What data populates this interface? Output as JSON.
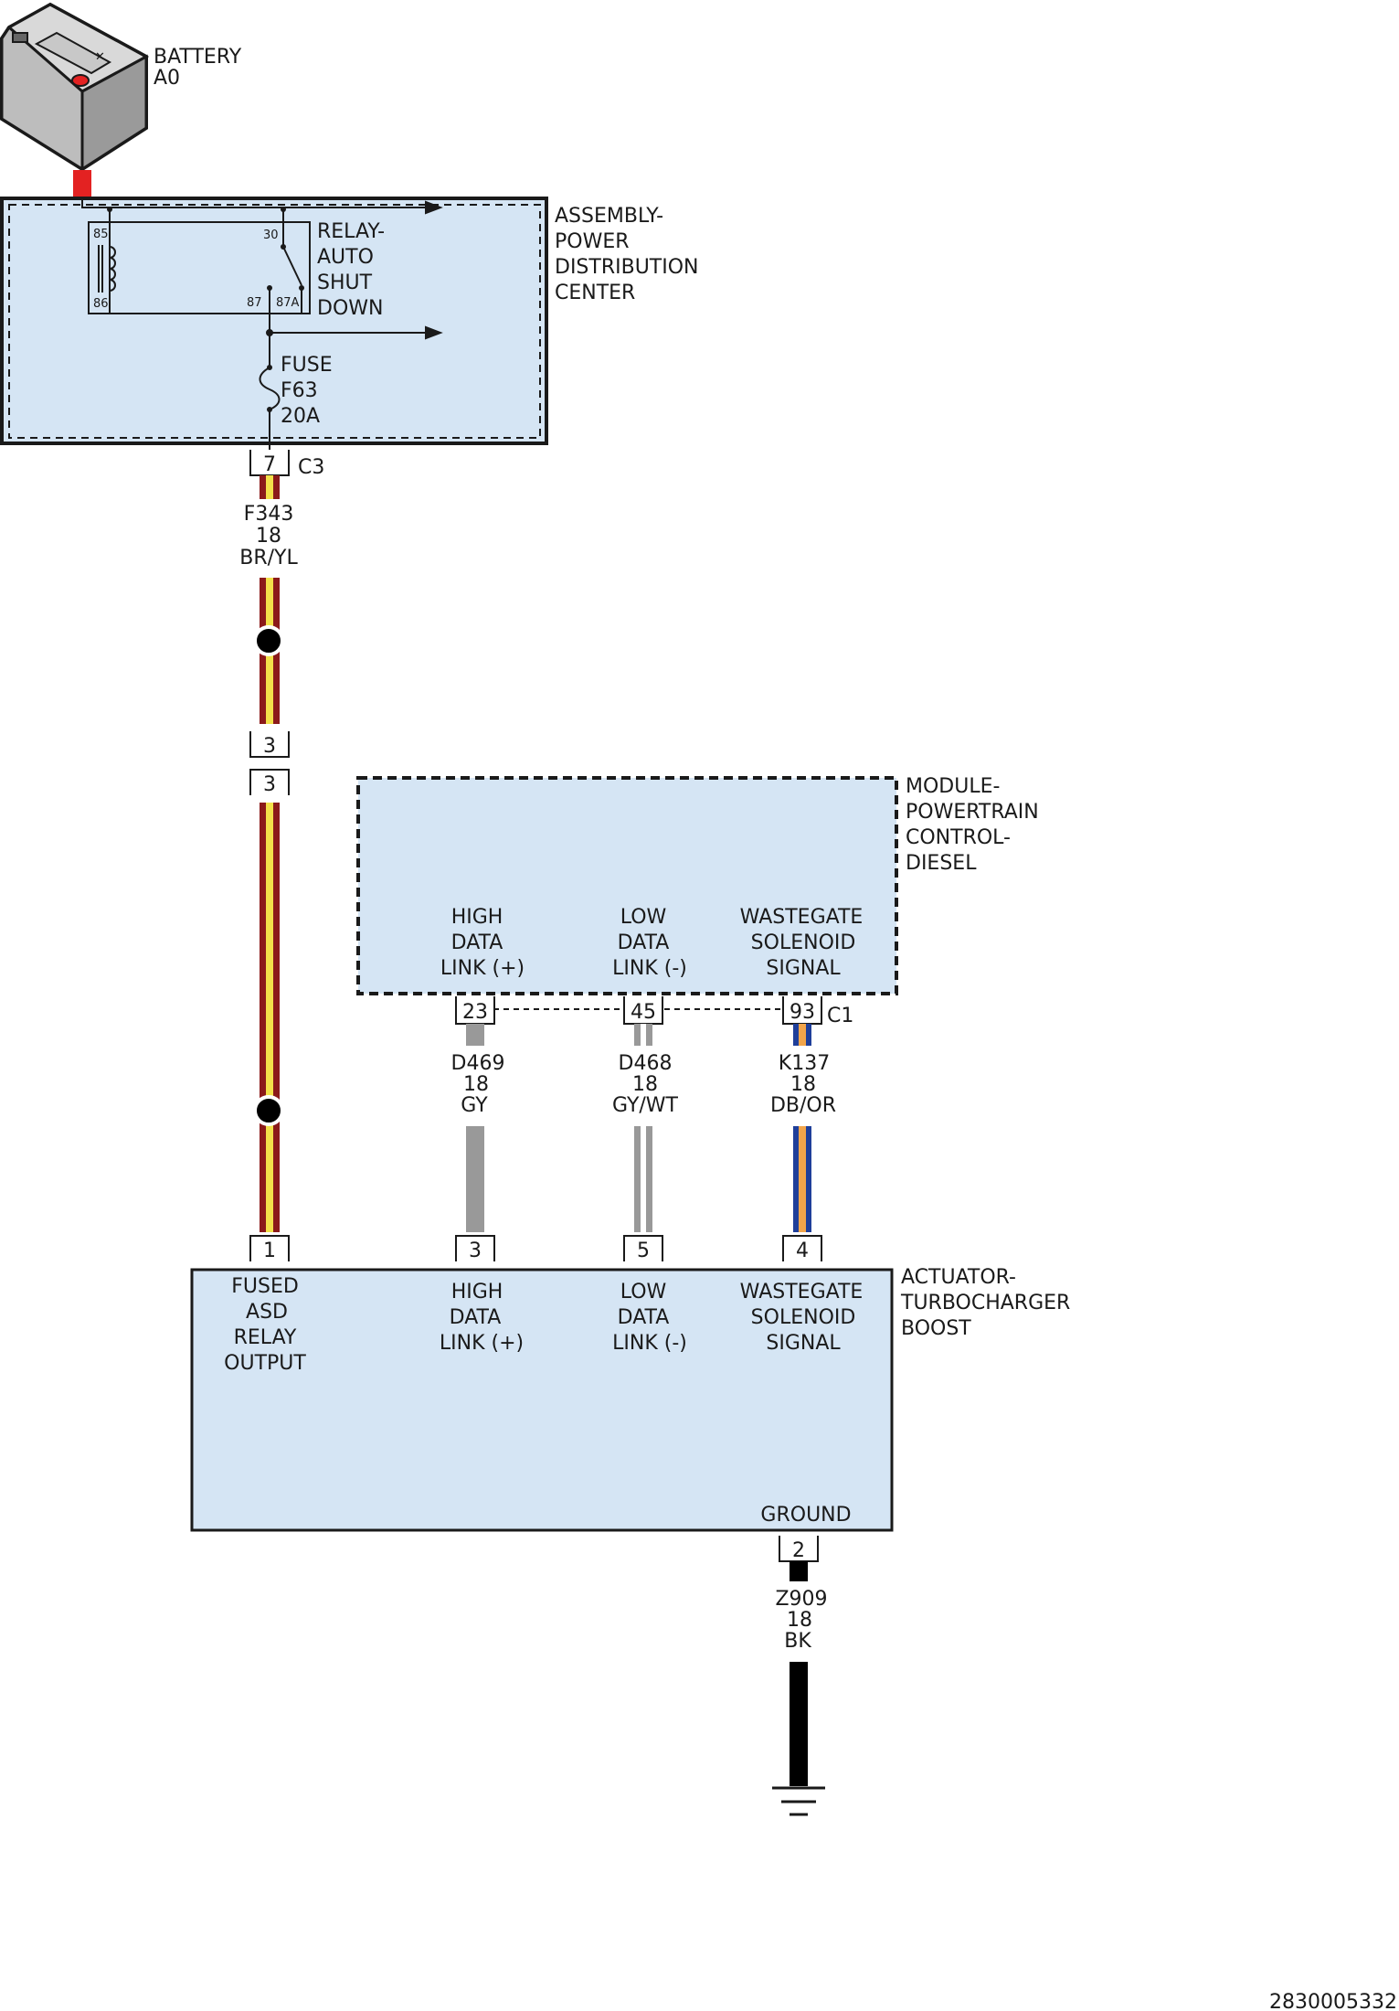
{
  "battery": {
    "name": "BATTERY",
    "id": "A0"
  },
  "pdc": {
    "name": [
      "ASSEMBLY-",
      "POWER",
      "DISTRIBUTION",
      "CENTER"
    ],
    "relay": {
      "name": [
        "RELAY-",
        "AUTO",
        "SHUT",
        "DOWN"
      ],
      "terminals": {
        "t85": "85",
        "t86": "86",
        "t30": "30",
        "t87": "87",
        "t87a": "87A"
      }
    },
    "fuse": [
      "FUSE",
      "F63",
      "20A"
    ],
    "connector": {
      "pin": "7",
      "name": "C3"
    }
  },
  "wire_f343": [
    "F343",
    "18",
    "BR/YL"
  ],
  "inline_connector": {
    "pin_top": "3",
    "pin_bottom": "3"
  },
  "pcm": {
    "name": [
      "MODULE-",
      "POWERTRAIN",
      "CONTROL-",
      "DIESEL"
    ],
    "connector_name": "C1",
    "pins": [
      {
        "pin": "23",
        "function": [
          "HIGH",
          "DATA",
          "LINK (+)"
        ]
      },
      {
        "pin": "45",
        "function": [
          "LOW",
          "DATA",
          "LINK (-)"
        ]
      },
      {
        "pin": "93",
        "function": [
          "WASTEGATE",
          "SOLENOID",
          "SIGNAL"
        ]
      }
    ]
  },
  "wires": [
    {
      "circuit": "D469",
      "gauge": "18",
      "color": "GY"
    },
    {
      "circuit": "D468",
      "gauge": "18",
      "color": "GY/WT"
    },
    {
      "circuit": "K137",
      "gauge": "18",
      "color": "DB/OR"
    }
  ],
  "actuator": {
    "name": [
      "ACTUATOR-",
      "TURBOCHARGER",
      "BOOST"
    ],
    "pins": [
      {
        "pin": "1",
        "function": [
          "FUSED",
          "ASD",
          "RELAY",
          "OUTPUT"
        ]
      },
      {
        "pin": "3",
        "function": [
          "HIGH",
          "DATA",
          "LINK (+)"
        ]
      },
      {
        "pin": "5",
        "function": [
          "LOW",
          "DATA",
          "LINK (-)"
        ]
      },
      {
        "pin": "4",
        "function": [
          "WASTEGATE",
          "SOLENOID",
          "SIGNAL"
        ]
      }
    ],
    "ground": {
      "label": "GROUND",
      "pin": "2"
    }
  },
  "ground_wire": [
    "Z909",
    "18",
    "BK"
  ],
  "figure_number": "2830005332",
  "colors": {
    "box_fill": "#d5e5f4",
    "red": "#e32222",
    "brown": "#8b1a1a",
    "yellow": "#f3e04a",
    "gray": "#999999",
    "white": "#ffffff",
    "dark_blue": "#1f3f9a",
    "orange": "#f2a54a",
    "black": "#000000"
  }
}
